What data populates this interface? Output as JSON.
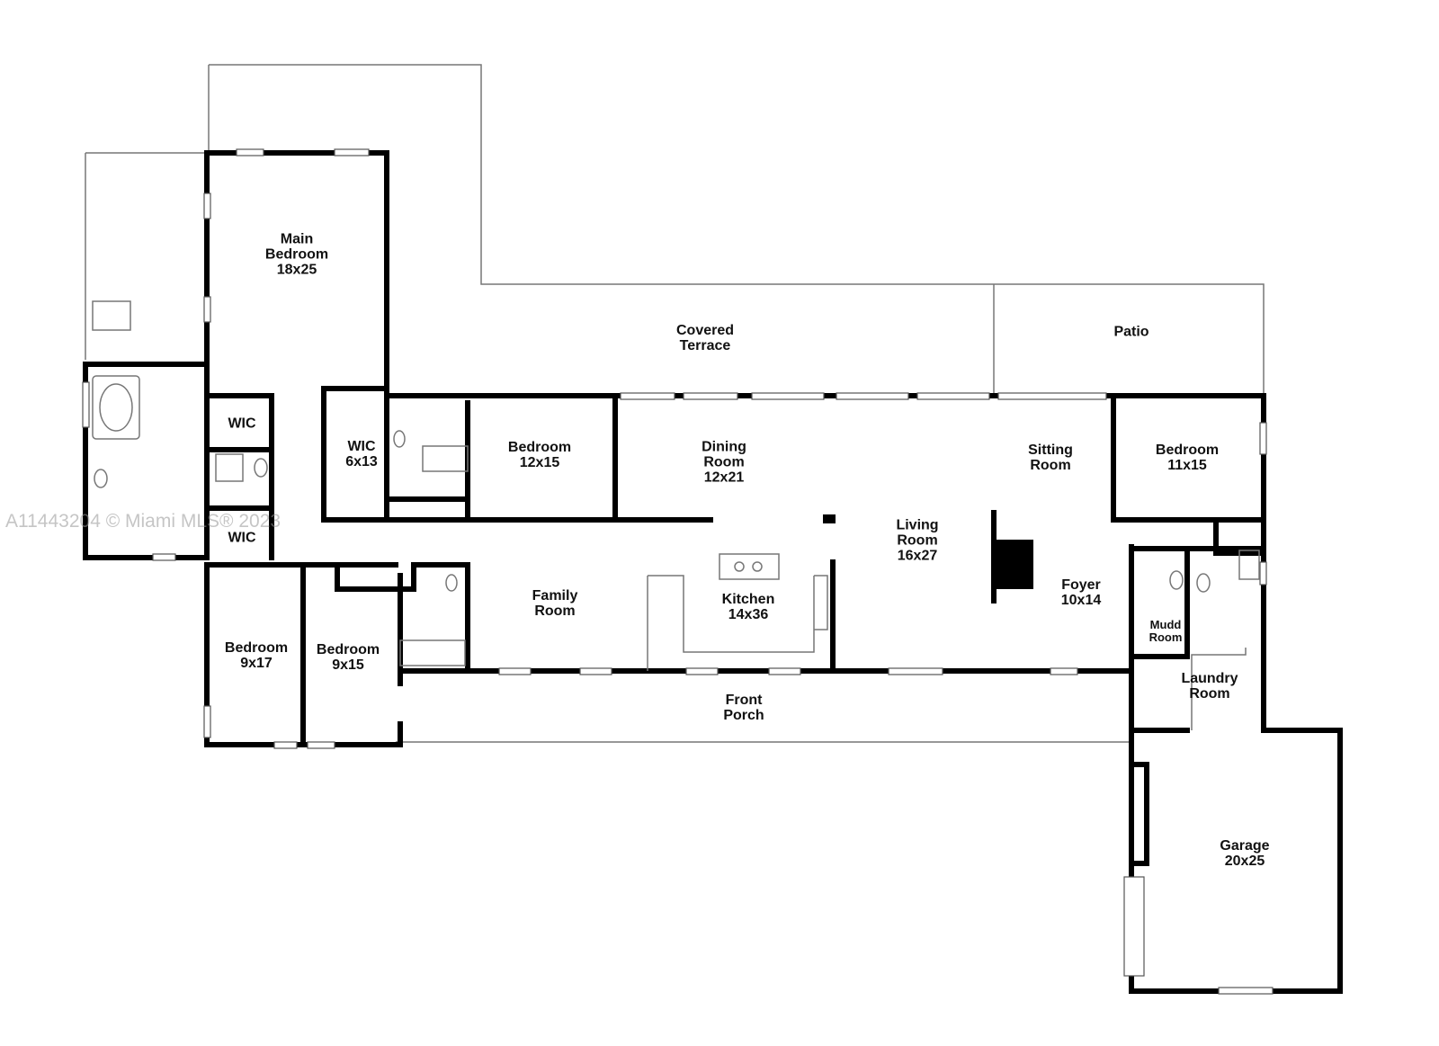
{
  "watermark": "A11443204 © Miami MLS® 2023",
  "rooms": {
    "main_bedroom": {
      "name1": "Main",
      "name2": "Bedroom",
      "size": "18x25"
    },
    "covered_terrace": {
      "name1": "Covered",
      "name2": "Terrace"
    },
    "patio": {
      "name1": "Patio"
    },
    "wic_upper": {
      "name1": "WIC"
    },
    "wic_6x13": {
      "name1": "WIC",
      "size": "6x13"
    },
    "wic_lower": {
      "name1": "WIC"
    },
    "bedroom_12x15": {
      "name1": "Bedroom",
      "size": "12x15"
    },
    "dining_room": {
      "name1": "Dining",
      "name2": "Room",
      "size": "12x21"
    },
    "sitting_room": {
      "name1": "Sitting",
      "name2": "Room"
    },
    "bedroom_11x15": {
      "name1": "Bedroom",
      "size": "11x15"
    },
    "living_room": {
      "name1": "Living",
      "name2": "Room",
      "size": "16x27"
    },
    "family_room": {
      "name1": "Family",
      "name2": "Room"
    },
    "kitchen": {
      "name1": "Kitchen",
      "size": "14x36"
    },
    "foyer": {
      "name1": "Foyer",
      "size": "10x14"
    },
    "mudd_room": {
      "name1": "Mudd",
      "name2": "Room"
    },
    "bedroom_9x17": {
      "name1": "Bedroom",
      "size": "9x17"
    },
    "bedroom_9x15": {
      "name1": "Bedroom",
      "size": "9x15"
    },
    "front_porch": {
      "name1": "Front",
      "name2": "Porch"
    },
    "laundry_room": {
      "name1": "Laundry",
      "name2": "Room"
    },
    "garage": {
      "name1": "Garage",
      "size": "20x25"
    }
  }
}
